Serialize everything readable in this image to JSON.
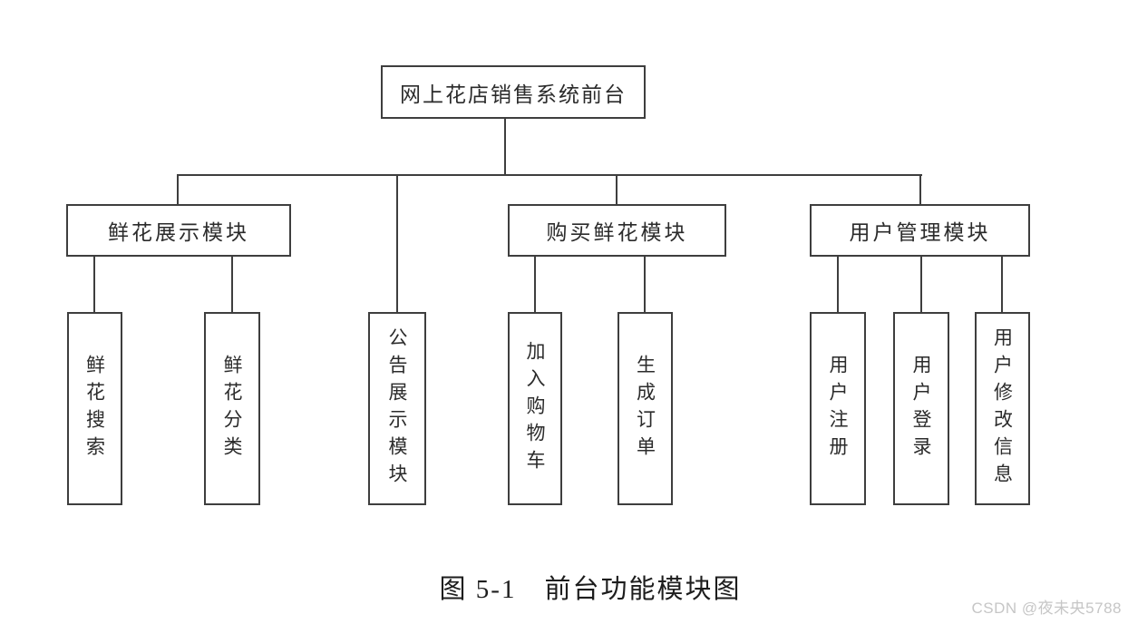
{
  "diagram": {
    "root_label": "网上花店销售系统前台",
    "branches": [
      {
        "label": "鲜花展示模块",
        "children": [
          "鲜花搜索",
          "鲜花分类"
        ]
      },
      {
        "label": "购买鲜花模块",
        "children": [
          "加入购物车",
          "生成订单"
        ]
      },
      {
        "label": "用户管理模块",
        "children": [
          "用户注册",
          "用户登录",
          "用户修改信息"
        ]
      }
    ],
    "root_leaf": "公告展示模块"
  },
  "caption": "图 5-1　前台功能模块图",
  "watermark": "CSDN @夜未央5788",
  "colors": {
    "line": "#3e3e3e",
    "text": "#2b2b2b",
    "background": "#ffffff",
    "watermark": "#c6c6c6"
  }
}
